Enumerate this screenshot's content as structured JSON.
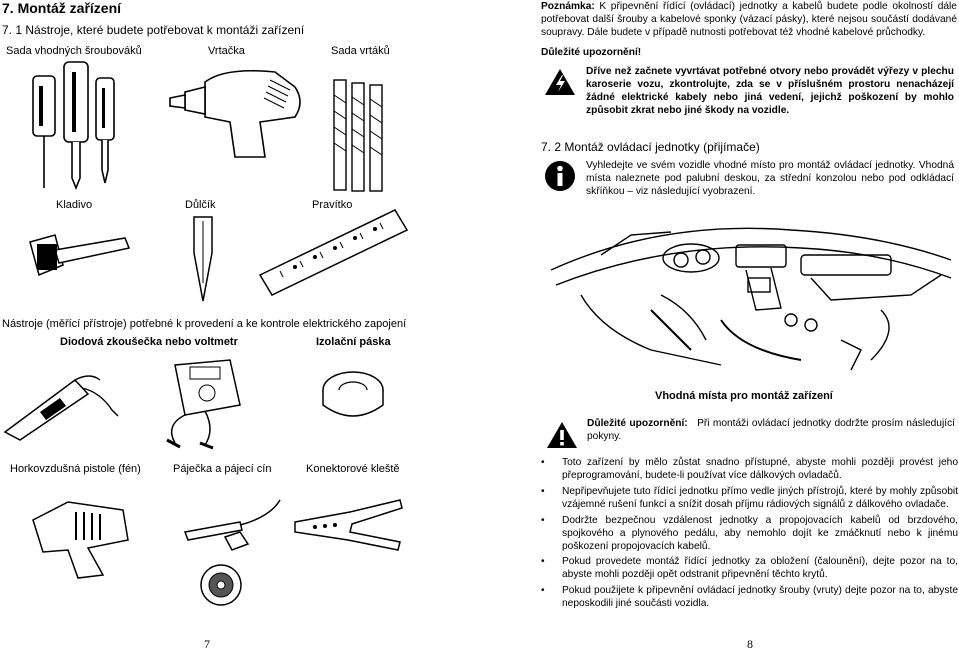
{
  "left": {
    "heading": "7. Montáž zařízení",
    "subheading": "7. 1 Nástroje, které budete potřebovat k montáži zařízení",
    "row1": [
      "Sada vhodných šroubováků",
      "Vrtačka",
      "Sada vrtáků"
    ],
    "row2": [
      "Kladivo",
      "Důlčík",
      "Pravítko"
    ],
    "tools_title": "Nástroje (měřící přístroje) potřebné k provedení a ke kontrole elektrického zapojení",
    "row3": [
      "Diodová zkoušečka nebo voltmetr",
      "Izolační páska"
    ],
    "row4": [
      "Horkovzdušná pistole (fén)",
      "Páječka a pájecí cín",
      "Konektorové kleště"
    ],
    "page_number": "7"
  },
  "right": {
    "note_label": "Poznámka:",
    "note_text": "K připevnění řídící (ovládací) jednotky a kabelů budete podle okolností dále potřebovat další šrouby a kabelové sponky (vázací pásky), které nejsou součástí dodávané soupravy. Dále budete v případě nutnosti potřebovat též vhodné kabelové průchodky.",
    "important1_label": "Důležité upozornění!",
    "important1_text": "Dříve než začnete vyvrtávat potřebné otvory nebo provádět výřezy v plechu karoserie vozu, zkontrolujte, zda se v příslušném prostoru nenacházejí žádné elektrické kabely nebo jiná vedení, jejichž poškození by mohlo způsobit zkrat nebo jiné škody na vozidle.",
    "section_title": "7. 2 Montáž ovládací jednotky (přijímače)",
    "section_text": "Vyhledejte ve svém vozidle vhodné místo pro montáž ovládací jednotky. Vhodná místa naleznete pod palubní deskou, za střední konzolou nebo pod odkládací skříňkou – viz následující vyobrazení.",
    "image_caption": "Vhodná místa pro montáž zařízení",
    "important2_label": "Důležité upozornění:",
    "important2_text": "Při montáži ovládací jednotky dodržte prosím následující pokyny.",
    "bullets": [
      "Toto zařízení by mělo zůstat snadno přístupné, abyste mohli později provést jeho přeprogramování, budete-li používat více dálkových ovladačů.",
      "Nepřipevňujete tuto řídící jednotku přímo vedle jiných přístrojů, které by mohly způsobit vzájemné rušení funkcí a snížit dosah příjmu rádiových signálů z dálkového ovladače.",
      "Dodržte bezpečnou vzdálenost jednotky a propojovacích kabelů od brzdového, spojkového a plynového pedálu, aby nemohlo dojít ke zmáčknutí nebo k jinému poškození propojovacích kabelů.",
      "Pokud provedete montáž řídící jednotky za obložení (čalounění), dejte pozor na to, abyste mohli později opět odstranit připevnění těchto krytů.",
      "Pokud použijete k připevnění ovládací jednotky šrouby (vruty) dejte pozor na to, abyste neposkodili jiné součásti vozidla."
    ],
    "page_number": "8"
  },
  "icons": [
    "warning-icon",
    "info-icon",
    "screwdriver-icon",
    "drill-icon",
    "drill-bit-icon",
    "hammer-icon",
    "center-punch-icon",
    "ruler-icon",
    "tester-icon",
    "voltmeter-icon",
    "tape-icon",
    "heat-gun-icon",
    "soldering-iron-icon",
    "crimper-icon",
    "solder-icon",
    "dashboard-illustration"
  ]
}
